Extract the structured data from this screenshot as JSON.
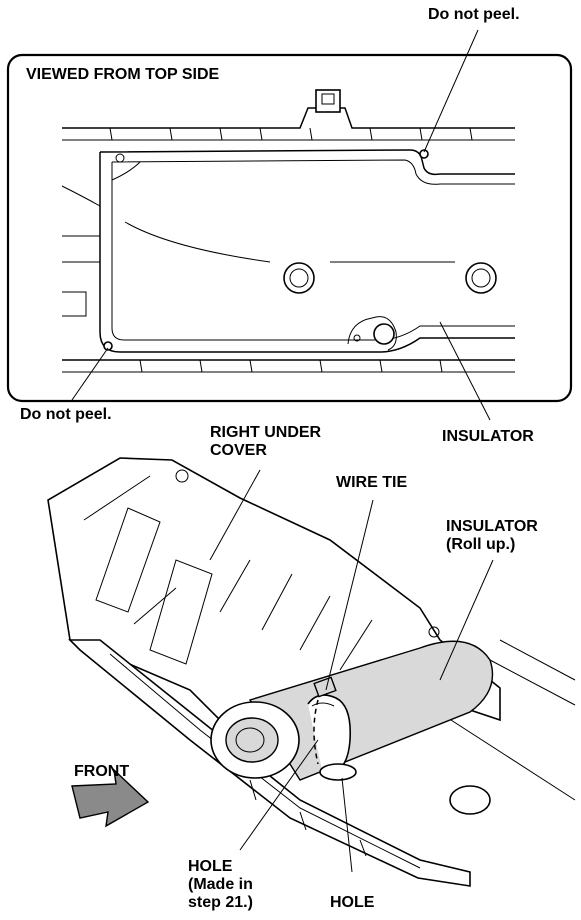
{
  "labels": {
    "do_not_peel_top": "Do not peel.",
    "viewed_from_top_side": "VIEWED FROM TOP SIDE",
    "do_not_peel_bottom": "Do not peel.",
    "right_under_cover": "RIGHT UNDER\nCOVER",
    "insulator_top": "INSULATOR",
    "wire_tie": "WIRE TIE",
    "insulator_roll_up": "INSULATOR\n(Roll up.)",
    "front": "FRONT",
    "hole_made": "HOLE\n(Made in\nstep 21.)",
    "hole": "HOLE"
  },
  "colors": {
    "line": "#000000",
    "shade": "#d9d9d9",
    "arrow_fill": "#8a8a8a",
    "background": "#ffffff"
  },
  "icons": {
    "front_arrow": "front-direction-arrow-icon"
  }
}
